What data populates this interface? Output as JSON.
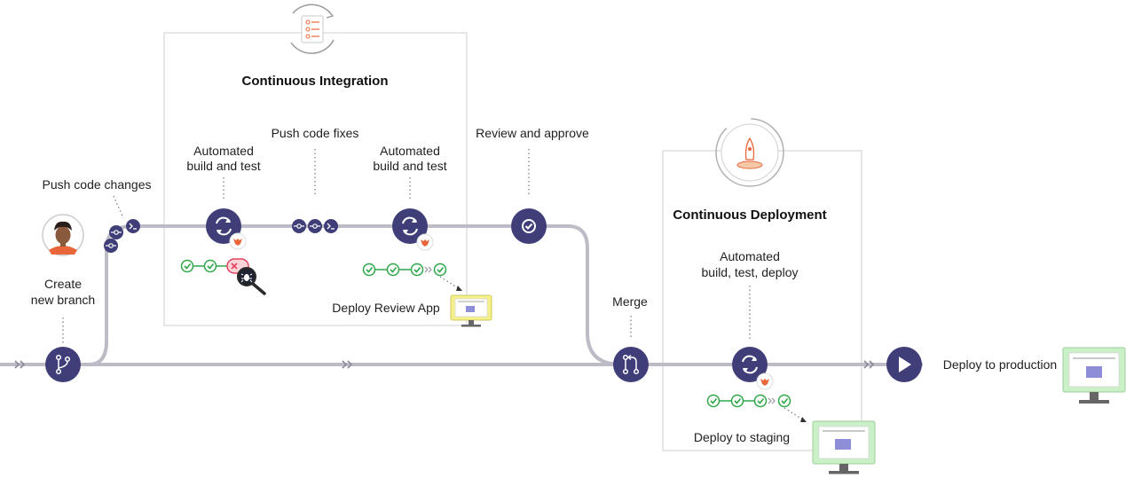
{
  "panels": {
    "ci_title": "Continuous Integration",
    "cd_title": "Continuous Deployment"
  },
  "labels": {
    "push_code_changes": "Push code changes",
    "create_line1": "Create",
    "create_line2": "new branch",
    "auto1_line1": "Automated",
    "auto1_line2": "build and test",
    "push_fixes": "Push code fixes",
    "auto2_line1": "Automated",
    "auto2_line2": "build and test",
    "review": "Review and approve",
    "deploy_review_app": "Deploy Review App",
    "merge": "Merge",
    "auto_cd_line1": "Automated",
    "auto_cd_line2": "build, test, deploy",
    "deploy_staging": "Deploy to staging",
    "deploy_production": "Deploy to production"
  },
  "icons": {
    "avatar": "developer-avatar-icon",
    "branch": "git-branch-icon",
    "commit": "git-commit-icon",
    "terminal": "terminal-prompt-icon",
    "pipeline": "pipeline-cycle-icon",
    "approve": "approve-check-icon",
    "merge": "git-merge-icon",
    "play": "play-icon",
    "fox": "gitlab-fox-icon",
    "bug": "bug-magnifier-icon",
    "checklist": "checklist-cycle-icon",
    "rocket": "rocket-cycle-icon",
    "monitor": "monitor-icon"
  },
  "colors": {
    "node": "#3f3e79",
    "track": "#bdbcc6",
    "success": "#2fa74a",
    "failure": "#e2445c",
    "review_screen": "#f5f08a",
    "staging_screen": "#c9f0c6",
    "accent_orange": "#e8663a"
  }
}
